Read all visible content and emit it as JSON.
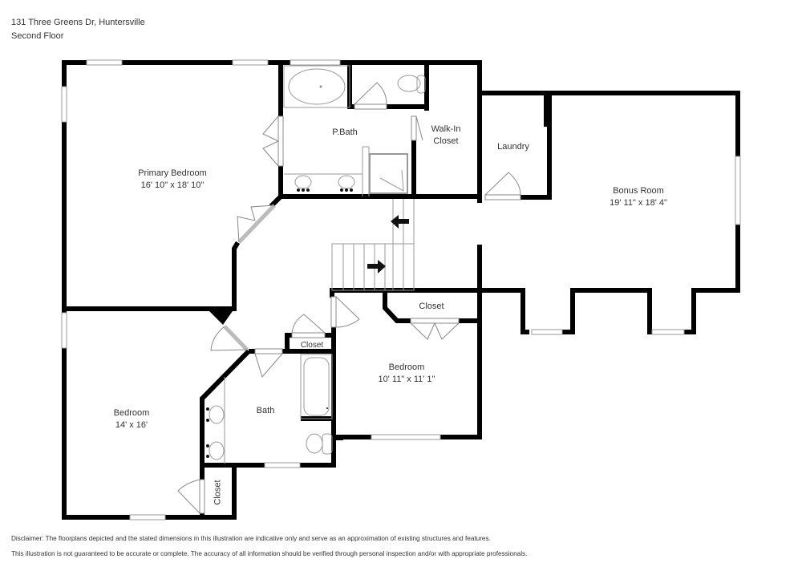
{
  "header": {
    "address": "131 Three Greens Dr, Huntersville",
    "floor": "Second Floor"
  },
  "rooms": [
    {
      "name": "Primary Bedroom",
      "dimensions": "16' 10\" x 18' 10\""
    },
    {
      "name": "P.Bath",
      "dimensions": ""
    },
    {
      "name": "Walk-In",
      "name2": "Closet",
      "dimensions": ""
    },
    {
      "name": "Laundry",
      "dimensions": ""
    },
    {
      "name": "Bonus Room",
      "dimensions": "19' 11\" x 18' 4\""
    },
    {
      "name": "Closet",
      "dimensions": ""
    },
    {
      "name": "Closet",
      "dimensions": ""
    },
    {
      "name": "Bedroom",
      "dimensions": "10' 11\" x 11' 1\""
    },
    {
      "name": "Bath",
      "dimensions": ""
    },
    {
      "name": "Bedroom",
      "dimensions": "14' x 16'"
    },
    {
      "name": "Closet",
      "dimensions": ""
    }
  ],
  "disclaimer": {
    "line1": "Disclaimer: The floorplans depicted and the stated dimensions in this illustration are indicative only and serve as an approximation of existing structures and features.",
    "line2": "This illustration is not guaranteed to be accurate or complete. The accuracy of all information should be verified through personal inspection and/or with appropriate professionals."
  },
  "colors": {
    "wall": "#000000",
    "fixture": "#999999",
    "text": "#333333",
    "background": "#ffffff"
  }
}
